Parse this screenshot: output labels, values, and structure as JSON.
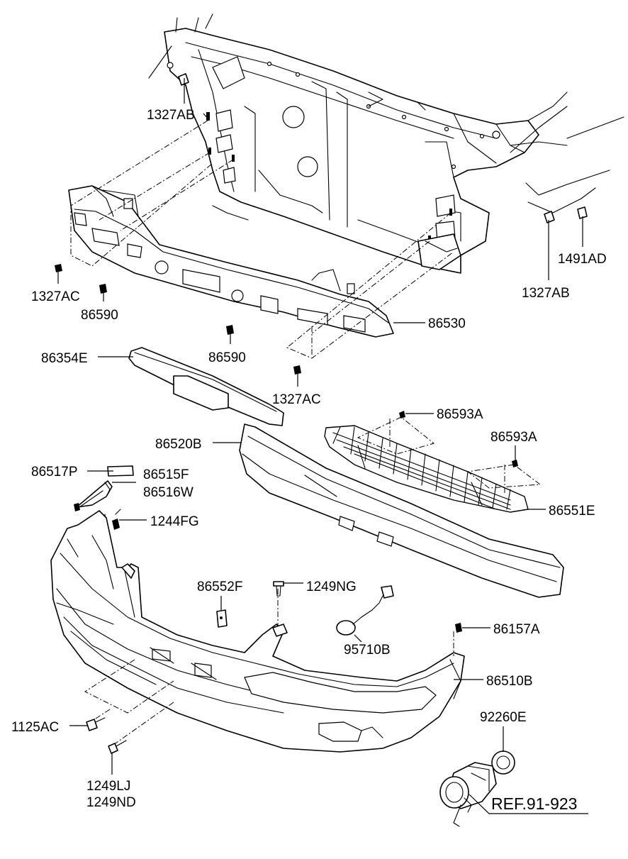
{
  "diagram": {
    "labels": {
      "p1327AB_top": "1327AB",
      "p1327AB_right": "1327AB",
      "p1491AD": "1491AD",
      "p1327AC_left": "1327AC",
      "p86590_a": "86590",
      "p86590_b": "86590",
      "p86530": "86530",
      "p86354E": "86354E",
      "p1327AC_center": "1327AC",
      "p86593A_a": "86593A",
      "p86593A_b": "86593A",
      "p86520B": "86520B",
      "p86517P": "86517P",
      "p86515F": "86515F",
      "p86516W": "86516W",
      "p1244FG": "1244FG",
      "p86551E": "86551E",
      "p86552F": "86552F",
      "p1249NG": "1249NG",
      "p95710B": "95710B",
      "p86157A": "86157A",
      "p86510B": "86510B",
      "p1125AC": "1125AC",
      "p92260E": "92260E",
      "p1249LJ": "1249LJ",
      "p1249ND": "1249ND",
      "ref": "REF.91-923"
    }
  }
}
